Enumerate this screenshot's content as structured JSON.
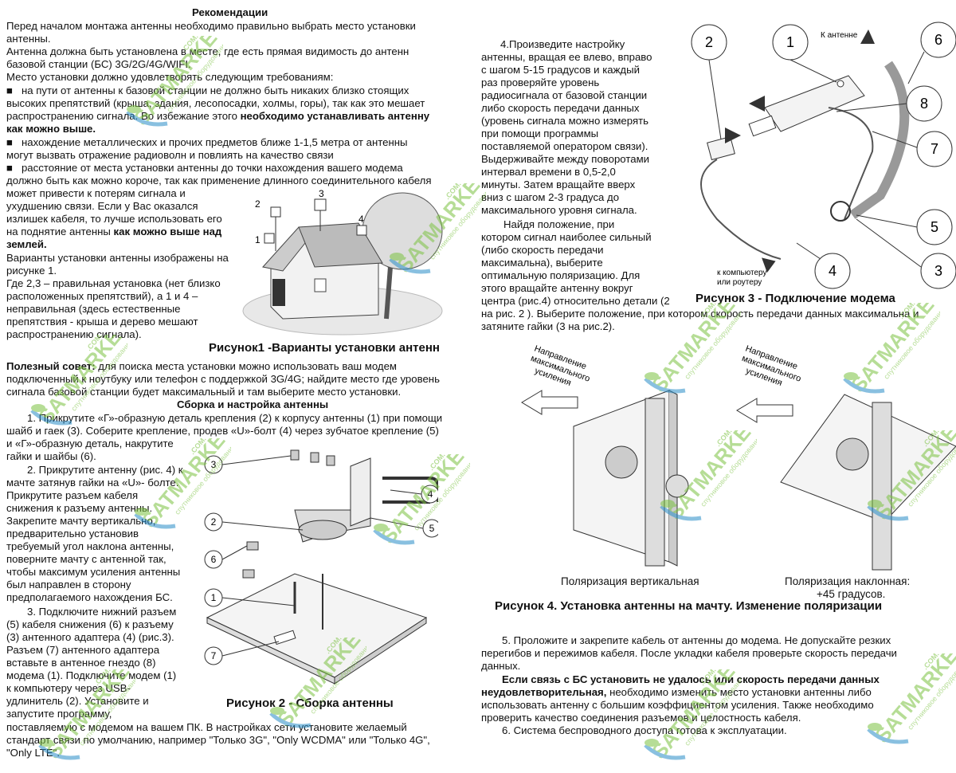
{
  "left": {
    "title": "Рекомендации",
    "l1": "Перед началом монтажа антенны необходимо правильно выбрать место установки",
    "l2": "антенны.",
    "l3": "Антенна должна быть установлена в месте, где есть прямая видимость до антенн",
    "l4": "базовой станции (БС) 3G/2G/4G/WIFI.",
    "l5": "Место установки должно удовлетворять  следующим требованиям:",
    "l6": "на пути  от антенны к базовой станции не должно быть никаких близко стоящих",
    "l7": "высоких препятствий (крыша, здания, лесопосадки, холмы, горы), так как это мешает",
    "l8a": "распространению сигнала. Во избежание этого ",
    "l8b": "необходимо устанавливать антенну",
    "l9": "как можно выше.",
    "l10": "нахождение металлических и прочих предметов  ближе 1-1,5 метра от антенны",
    "l11": "могут вызвать отражение радиоволн и  повлиять на качество связи",
    "l12": "расстояние от места установки антенны до точки нахождения вашего модема",
    "l13": "должно быть как можно короче, так как применение длинного соединительного кабеля",
    "l14": "может привести к потерям сигнала и",
    "l15": "ухудшению связи. Если у Вас оказался",
    "l16": "излишек кабеля, то лучше использовать его",
    "l17a": "на поднятие антенны ",
    "l17b": "как можно выше над",
    "l18": "землей.",
    "l19": "Варианты установки антенны изображены на",
    "l20": "рисунке 1.",
    "l21": "Где 2,3 – правильная установка (нет близко",
    "l22": "расположенных препятствий), а 1 и 4 –",
    "l23": "неправильная (здесь естественные",
    "l24": "препятствия - крыша и дерево мешают",
    "l25": "распространению сигнала).",
    "fig1_caption": "Рисунок1 -Варианты установки антенн",
    "tip_label": "Полезный совет:",
    "tip1": " для поиска места установки можно использовать ваш модем",
    "tip2": "подключенный к ноутбуку или телефон с поддержкой 3G/4G; найдите место где уровень",
    "tip3": "сигнала базовой станции будет максимальный и там выберите место установки.",
    "assembly_title": "Сборка и настройка антенны",
    "s1": "1. Прикрутите «Г»-образную деталь крепления (2) к корпусу антенны (1) при помощи",
    "s2": "шайб и гаек (3). Соберите крепление, продев «U»-болт (4) через зубчатое крепление (5)",
    "s3": "и «Г»-образную деталь, накрутите",
    "s4": "гайки и шайбы (6).",
    "s5": "2. Прикрутите антенну (рис. 4) к",
    "s6": "мачте затянув гайки на «U»- болте.",
    "s7": "Прикрутите разъем кабеля",
    "s8": "снижения к разъему антенны.",
    "s9": "Закрепите мачту вертикально,",
    "s10": "предварительно установив",
    "s11": "требуемый угол наклона антенны,",
    "s12": "поверните мачту с антенной так,",
    "s13": "чтобы максимум усиления антенны",
    "s14": "был направлен в сторону",
    "s15": "предполагаемого нахождения БС.",
    "s16": "3. Подключите нижний разъем",
    "s17": "(5) кабеля снижения (6) к разъему",
    "s18": "(3) антенного адаптера (4) (рис.3).",
    "s19": "Разъем (7) антенного адаптера",
    "s20": "вставьте в антенное гнездо (8)",
    "s21": "модема (1). Подключите модем (1)",
    "s22": "к компьютеру через USB-",
    "s23": "удлинитель (2). Установите и",
    "s24": "запустите программу,",
    "s25": "поставляемую с модемом на вашем ПК.   В настройках сети установите желаемый",
    "s26": "стандарт связи по умолчанию, например \"Только 3G\", \"Only WCDMA\" или \"Только 4G\",",
    "s27": "\"Only LTE\".",
    "fig2_caption": "Рисунок 2 -  Сборка антенны"
  },
  "right": {
    "p1": "4.Произведите настройку",
    "p2": "антенны, вращая ее влево, вправо",
    "p3": "с шагом 5-15 градусов и каждый",
    "p4": "раз проверяйте уровень",
    "p5": "радиосигнала от базовой станции",
    "p6": "либо скорость передачи данных",
    "p7": "(уровень сигнала можно измерять",
    "p8": "при помощи программы",
    "p9": "поставляемой оператором связи).",
    "p10": "Выдерживайте между поворотами",
    "p11": "интервал времени в 0,5-2,0",
    "p12": "минуты. Затем вращайте вверх",
    "p13": "вниз с шагом 2-3 градуса до",
    "p14": "максимального уровня сигнала.",
    "p15": "Найдя положение, при",
    "p16": "котором сигнал наиболее сильный",
    "p17": "(либо скорость передачи",
    "p18": "максимальна), выберите",
    "p19": "оптимальную поляризацию. Для",
    "p20": "этого вращайте антенну вокруг",
    "p21": "центра (рис.4) относительно детали (2",
    "p22": "на рис. 2 ). Выберите положение, при котором скорость передачи данных максимальна и",
    "p23": "затяните гайки (3 на рис.2).",
    "fig3_caption": "Рисунок 3 -  Подключение модема",
    "fig3_to_antenna": "К антенне",
    "fig3_to_pc_1": "к компьютеру",
    "fig3_to_pc_2": "или роутеру",
    "fig4_dir_1": "Направление",
    "fig4_dir_2": "максимального",
    "fig4_dir_3": "усиления",
    "pol_vertical": "Поляризация вертикальная",
    "pol_slant_1": "Поляризация наклонная:",
    "pol_slant_2": "+45 градусов.",
    "fig4_caption_a": "Рисунок 4",
    "fig4_caption_b": ". Установка антенны на мачту.  Изменение поляризации",
    "q1": "5. Проложите и закрепите кабель от антенны до модема. Не допускайте резких",
    "q2": "перегибов и пережимов кабеля. После укладки кабеля проверьте скорость передачи",
    "q3": "данных.",
    "q4": "Если связь с БС  установить не удалось или скорость передачи данных",
    "q5a": "неудовлетворительная,",
    "q5b": " необходимо изменить место установки антенны либо",
    "q6": "использовать антенну с большим коэффициентом усиления.  Также необходимо",
    "q7": "проверить качество соединения разъемов и целостность кабеля.",
    "q8": "6. Система беспроводного доступа готова к эксплуатации."
  },
  "labels": {
    "n1": "1",
    "n2": "2",
    "n3": "3",
    "n4": "4",
    "n5": "5",
    "n6": "6",
    "n7": "7",
    "n8": "8"
  },
  "watermark": {
    "brand": "SATMARKET",
    "tld": ".COM.UA",
    "tagline": "спутниковое оборудование"
  }
}
